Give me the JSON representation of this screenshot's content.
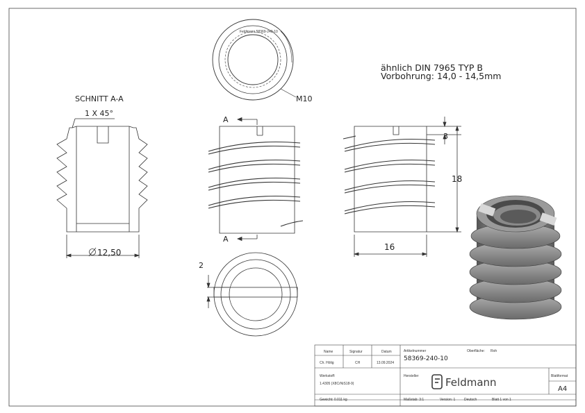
{
  "notes": {
    "line1": "ähnlich DIN 7965 TYP B",
    "line2": "Vorbohrung: 14,0 - 14,5mm"
  },
  "section": {
    "title": "SCHNITT A-A",
    "chamfer": "1 X 45°",
    "diameter": "12,50"
  },
  "top_view": {
    "thread_label": "M10",
    "tiny_marking": "Feldmann 58369-240-10"
  },
  "side_view": {
    "cut_label_top": "A",
    "cut_label_bottom": "A"
  },
  "bottom_view": {
    "slot_dim": "2"
  },
  "dim_view": {
    "slot_depth": "3",
    "height": "18",
    "width": "16"
  },
  "title_block": {
    "col_name": "Name",
    "col_signatur": "Signatur",
    "col_datum": "Datum",
    "name_value": "Ch. Hölig",
    "signatur_value": "CH",
    "datum_value": "13.09.2024",
    "werkstoff_label": "Werkstoff:",
    "werkstoff_value": "1.4305 (X8CrNiS18-9)",
    "gewicht": "Gewicht: 0.011 kg",
    "artikelnummer_label": "Artikelnummer",
    "artikelnummer_value": "58369-240-10",
    "oberflaeche_label": "Oberfläche:",
    "oberflaeche_value": "Roh",
    "hersteller_label": "Hersteller",
    "logo_text": "Feldmann",
    "blattformat_label": "Blattformat",
    "blattformat_value": "A4",
    "massstab": "Maßstab: 3:1",
    "version": "Version: 1",
    "sprache": "Deutsch",
    "blatt": "Blatt 1 von 1"
  }
}
